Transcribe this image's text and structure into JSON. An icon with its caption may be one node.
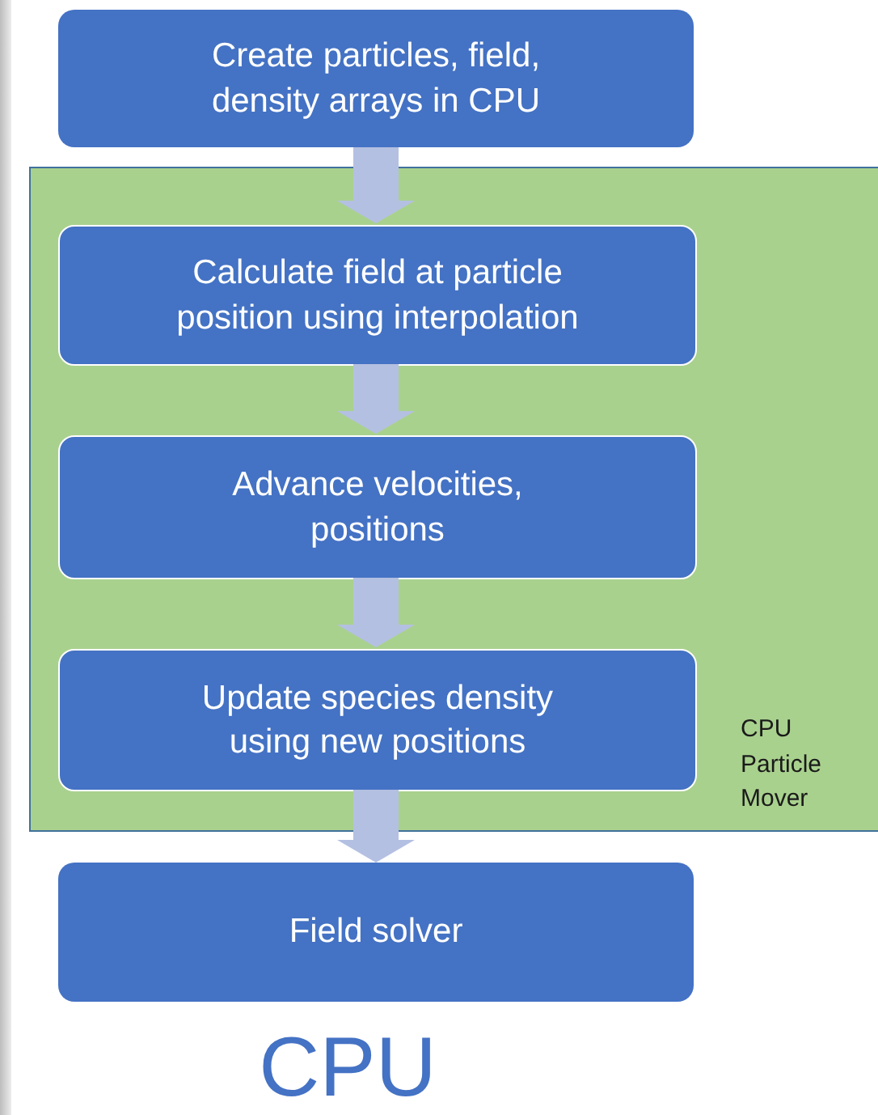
{
  "diagram": {
    "caption": "CPU",
    "nodes": [
      {
        "text": [
          "Create particles, field, density arrays in CPU"
        ]
      },
      {
        "text": [
          "CPU Particle Mover"
        ]
      },
      {
        "text": [
          "Calculate field at particle position using interpolation"
        ],
        "in": 1
      },
      {
        "text": [
          "Advance velocities, positions"
        ],
        "in": 1
      },
      {
        "text": [
          "Update species density using new positions"
        ],
        "in": 1
      },
      {
        "text": [
          "Field solver"
        ]
      }
    ],
    "edges": [
      {
        "from": 0,
        "to": 2,
        "arrow": "to"
      },
      {
        "from": 2,
        "to": 3,
        "arrow": "to"
      },
      {
        "from": 3,
        "to": 4,
        "arrow": "to"
      },
      {
        "from": 4,
        "to": 5,
        "arrow": "to"
      }
    ]
  }
}
